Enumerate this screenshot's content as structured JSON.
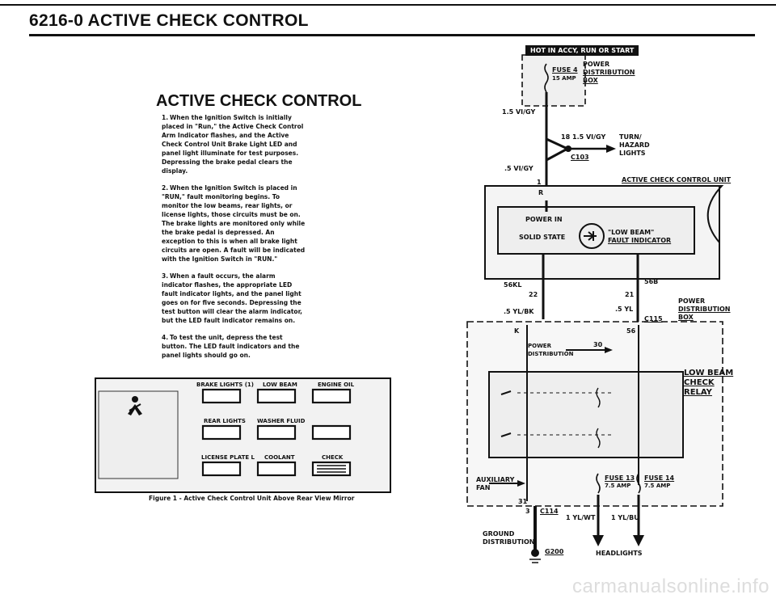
{
  "header": {
    "title": "6216-0   ACTIVE CHECK CONTROL"
  },
  "section_title": "ACTIVE CHECK CONTROL",
  "steps": [
    {
      "num": "1.",
      "text": "When the Ignition Switch is initially placed in \"Run,\" the Active Check Control Arm Indicator flashes, and the Active Check Control Unit Brake Light LED and panel light illuminate for test purposes. Depressing the brake pedal clears the display."
    },
    {
      "num": "2.",
      "text": "When the Ignition Switch is placed in \"RUN,\" fault monitoring begins. To monitor the low beams, rear lights, or license lights, those circuits must be on. The brake lights are monitored only while the brake pedal is depressed. An exception to this is when all brake light circuits are open. A fault will be indicated with the Ignition Switch in \"RUN.\""
    },
    {
      "num": "3.",
      "text": "When a fault occurs, the alarm indicator flashes, the appropriate LED fault indicator lights, and the panel light goes on for five seconds. Depressing the test button will clear the alarm indicator, but the LED fault indicator remains on."
    },
    {
      "num": "4.",
      "text": "To test the unit, depress the test button. The LED fault indicators and the panel lights should go on."
    }
  ],
  "panel": {
    "labels": [
      "BRAKE LIGHTS (1)",
      "LOW BEAM",
      "ENGINE OIL",
      "REAR LIGHTS",
      "WASHER FLUID",
      "LICENSE PLATE L",
      "COOLANT",
      "CHECK"
    ]
  },
  "figure_caption": "Figure 1 - Active Check Control Unit Above Rear View Mirror",
  "schematic": {
    "banner": "HOT IN ACCY, RUN OR START",
    "fuse4": "FUSE 4",
    "fuse4_amp": "15 AMP",
    "power_dist_top": [
      "POWER",
      "DISTRIBUTION",
      "BOX"
    ],
    "wire1": "1.5 VI/GY",
    "pin18": "18",
    "wire2": "1.5 VI/GY",
    "turn_hazard": [
      "TURN/",
      "HAZARD",
      "LIGHTS"
    ],
    "c103": "C103",
    "wire3": ".5 VI/GY",
    "pin1": "1",
    "unit_title": "ACTIVE CHECK CONTROL UNIT",
    "pinR": "R",
    "power_in": "POWER IN",
    "solid_state": "SOLID STATE",
    "low_beam_fault": [
      "\"LOW BEAM\"",
      "FAULT INDICATOR"
    ],
    "pin56kl": "56KL",
    "pin56b": "56B",
    "pin22": "22",
    "pin21": "21",
    "wire_yl_bk": ".5 YL/BK",
    "wire_yl": ".5 YL",
    "c115": "C115",
    "power_dist_right": [
      "POWER",
      "DISTRIBUTION",
      "BOX"
    ],
    "pinK": "K",
    "pin56": "56",
    "power_dist_inner": [
      "POWER",
      "DISTRIBUTION"
    ],
    "pin30": "30",
    "relay": [
      "LOW BEAM",
      "CHECK",
      "RELAY"
    ],
    "aux_fan": [
      "AUXILIARY",
      "FAN"
    ],
    "fuse13": [
      "FUSE 13",
      "7.5 AMP"
    ],
    "fuse14": [
      "FUSE 14",
      "7.5 AMP"
    ],
    "pin31": "31",
    "pin3": "3",
    "c114": "C114",
    "wire_yl_wt": "1 YL/WT",
    "wire_yl_bu": "1 YL/BU",
    "ground_dist": [
      "GROUND",
      "DISTRIBUTION"
    ],
    "g200": "G200",
    "headlights": "HEADLIGHTS"
  },
  "watermark": "carmanualsonline.info"
}
